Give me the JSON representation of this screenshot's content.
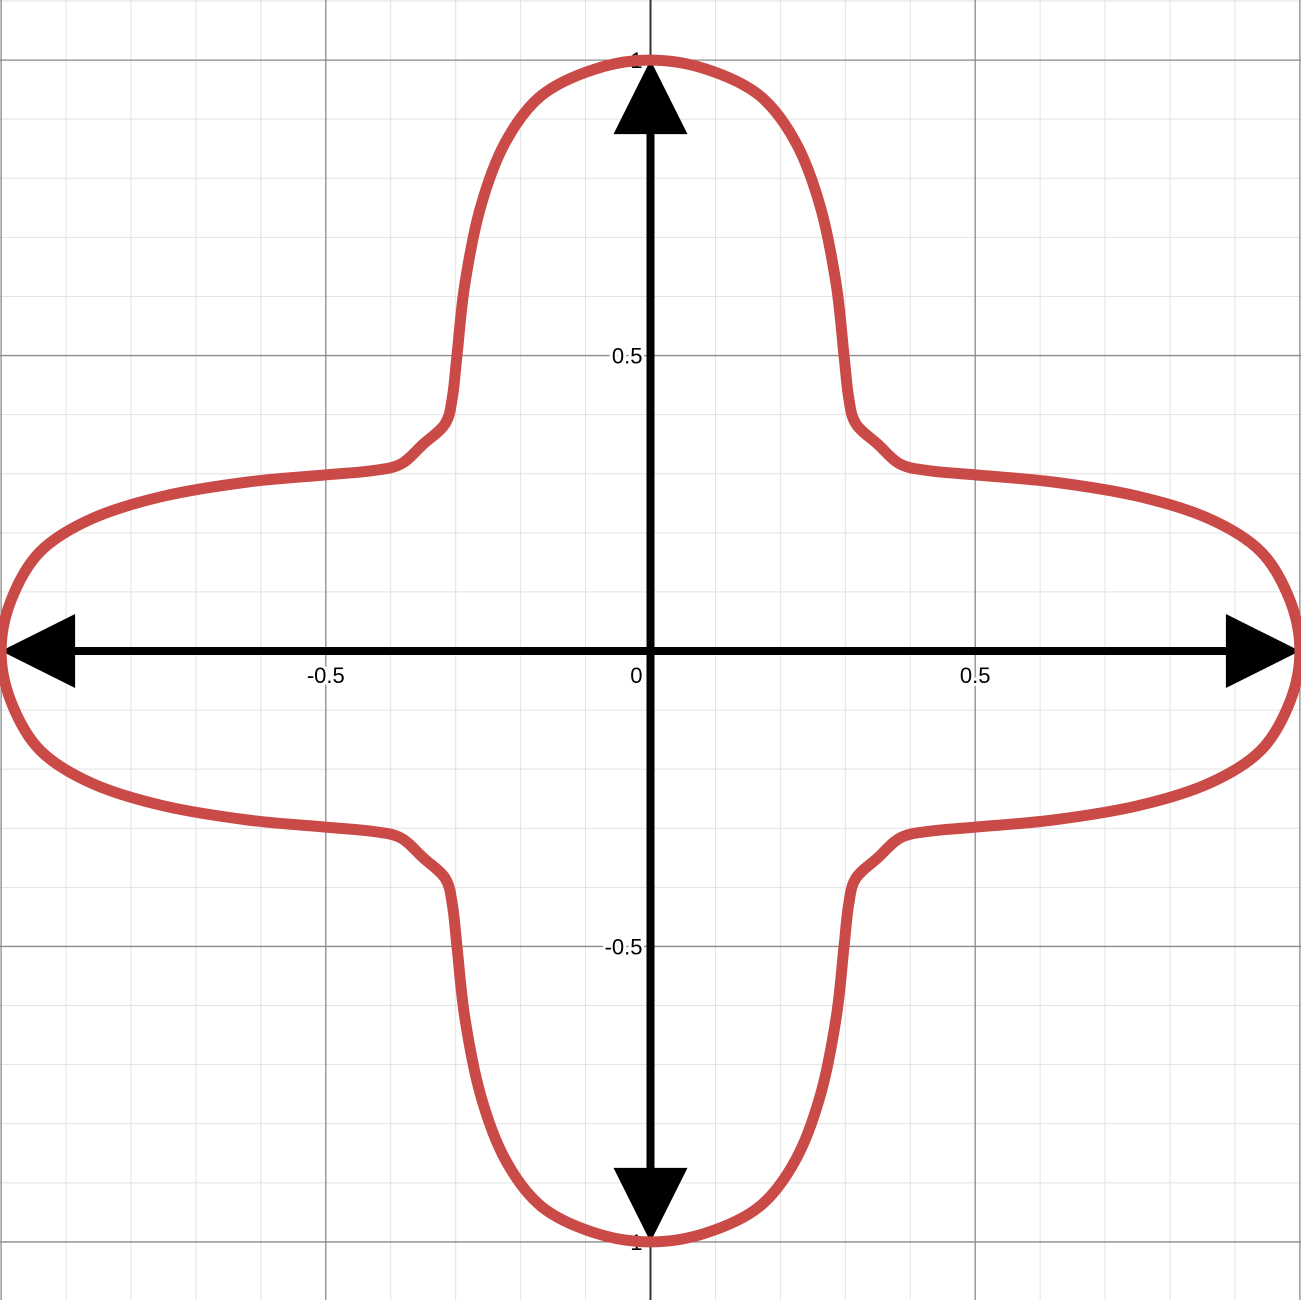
{
  "chart_data": {
    "type": "line",
    "title": "",
    "xlabel": "",
    "ylabel": "",
    "xlim": [
      -1.0017,
      1.0017
    ],
    "ylim": [
      -1.0983,
      1.1017
    ],
    "grid": true,
    "minor_grid_step": 0.1,
    "major_grid_step": 0.5,
    "x_tick_labels": [
      {
        "value": -1,
        "text": "-"
      },
      {
        "value": -0.5,
        "text": "-0.5"
      },
      {
        "value": 0,
        "text": "0"
      },
      {
        "value": 0.5,
        "text": "0.5"
      }
    ],
    "y_tick_labels": [
      {
        "value": 1,
        "text": "1"
      },
      {
        "value": 0.5,
        "text": "0.5"
      },
      {
        "value": -0.5,
        "text": "-0.5"
      },
      {
        "value": -1,
        "text": "-1"
      }
    ],
    "series": [
      {
        "color": "#c94a47",
        "closed": true,
        "points": [
          [
            1.0,
            0.0
          ],
          [
            0.985,
            0.085
          ],
          [
            0.94,
            0.168
          ],
          [
            0.86,
            0.224
          ],
          [
            0.75,
            0.262
          ],
          [
            0.62,
            0.286
          ],
          [
            0.5,
            0.298
          ],
          [
            0.43,
            0.305
          ],
          [
            0.385,
            0.316
          ],
          [
            0.35,
            0.35
          ],
          [
            0.316,
            0.385
          ],
          [
            0.305,
            0.43
          ],
          [
            0.298,
            0.5
          ],
          [
            0.286,
            0.62
          ],
          [
            0.262,
            0.75
          ],
          [
            0.224,
            0.86
          ],
          [
            0.168,
            0.94
          ],
          [
            0.085,
            0.985
          ],
          [
            0.0,
            1.0
          ],
          [
            -0.085,
            0.985
          ],
          [
            -0.168,
            0.94
          ],
          [
            -0.224,
            0.86
          ],
          [
            -0.262,
            0.75
          ],
          [
            -0.286,
            0.62
          ],
          [
            -0.298,
            0.5
          ],
          [
            -0.305,
            0.43
          ],
          [
            -0.316,
            0.385
          ],
          [
            -0.35,
            0.35
          ],
          [
            -0.385,
            0.316
          ],
          [
            -0.43,
            0.305
          ],
          [
            -0.5,
            0.298
          ],
          [
            -0.62,
            0.286
          ],
          [
            -0.75,
            0.262
          ],
          [
            -0.86,
            0.224
          ],
          [
            -0.94,
            0.168
          ],
          [
            -0.985,
            0.085
          ],
          [
            -1.0,
            0.0
          ],
          [
            -0.985,
            -0.085
          ],
          [
            -0.94,
            -0.168
          ],
          [
            -0.86,
            -0.224
          ],
          [
            -0.75,
            -0.262
          ],
          [
            -0.62,
            -0.286
          ],
          [
            -0.5,
            -0.298
          ],
          [
            -0.43,
            -0.305
          ],
          [
            -0.385,
            -0.316
          ],
          [
            -0.35,
            -0.35
          ],
          [
            -0.316,
            -0.385
          ],
          [
            -0.305,
            -0.43
          ],
          [
            -0.298,
            -0.5
          ],
          [
            -0.286,
            -0.62
          ],
          [
            -0.262,
            -0.75
          ],
          [
            -0.224,
            -0.86
          ],
          [
            -0.168,
            -0.94
          ],
          [
            -0.085,
            -0.985
          ],
          [
            0.0,
            -1.0
          ],
          [
            0.085,
            -0.985
          ],
          [
            0.168,
            -0.94
          ],
          [
            0.224,
            -0.86
          ],
          [
            0.262,
            -0.75
          ],
          [
            0.286,
            -0.62
          ],
          [
            0.298,
            -0.5
          ],
          [
            0.305,
            -0.43
          ],
          [
            0.316,
            -0.385
          ],
          [
            0.35,
            -0.35
          ],
          [
            0.385,
            -0.316
          ],
          [
            0.43,
            -0.305
          ],
          [
            0.5,
            -0.298
          ],
          [
            0.62,
            -0.286
          ],
          [
            0.75,
            -0.262
          ],
          [
            0.86,
            -0.224
          ],
          [
            0.94,
            -0.168
          ],
          [
            0.985,
            -0.085
          ],
          [
            1.0,
            0.0
          ]
        ]
      }
    ],
    "arrows": [
      {
        "from": [
          -1,
          0
        ],
        "to": [
          1,
          0
        ],
        "heads": "both",
        "color": "#000000"
      },
      {
        "from": [
          0,
          -1
        ],
        "to": [
          0,
          1
        ],
        "heads": "both",
        "color": "#000000"
      }
    ]
  }
}
